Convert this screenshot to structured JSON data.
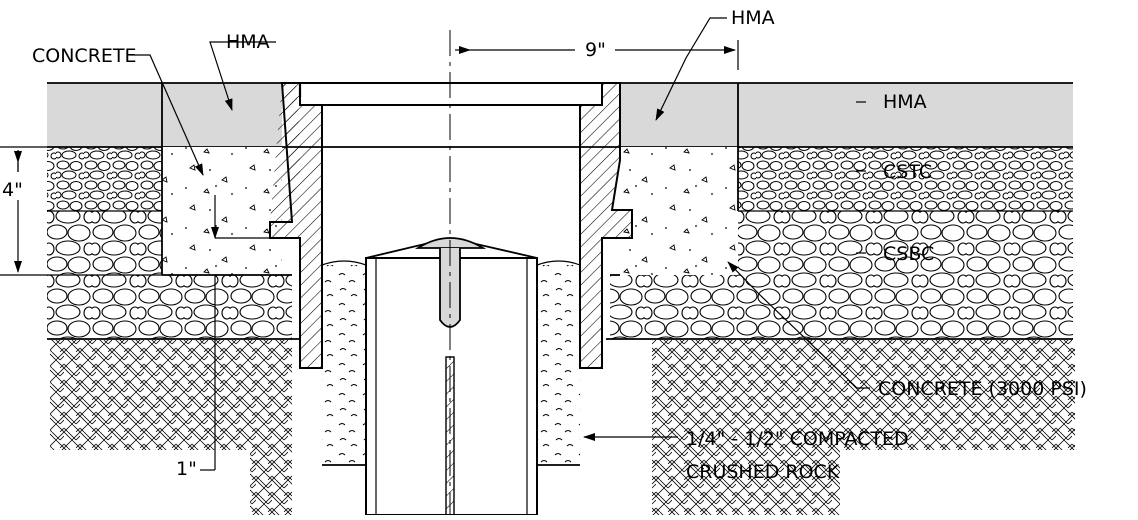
{
  "labels": {
    "concrete_top": "CONCRETE",
    "hma_left": "HMA",
    "hma_top_right": "HMA",
    "dim_9": "9\"",
    "layer_hma": "HMA",
    "layer_cstc": "CSTC",
    "layer_csbc": "CSBC",
    "dim_4": "4\"",
    "dim_1": "1\"",
    "concrete_3000": "CONCRETE (3000 PSI)",
    "crushed_rock_line1": "1/4\" - 1/2\" COMPACTED",
    "crushed_rock_line2": "CRUSHED ROCK"
  }
}
